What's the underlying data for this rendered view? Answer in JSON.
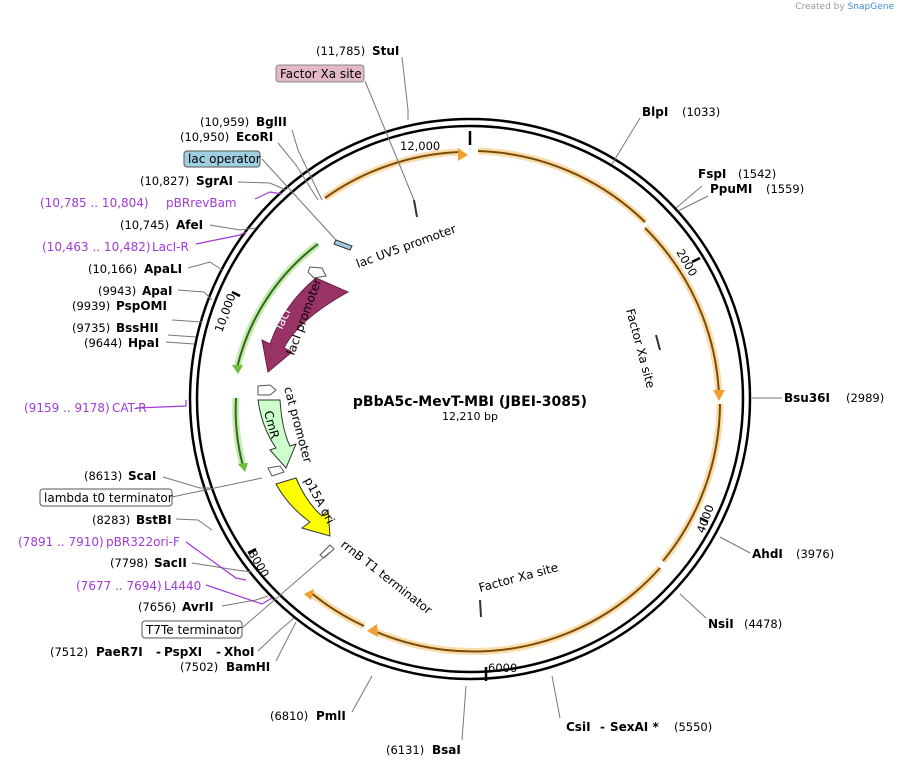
{
  "header": {
    "credit_text": "Created by",
    "credit_brand": "SnapGene"
  },
  "plasmid": {
    "name": "pBbA5c-MevT-MBI (JBEI-3085)",
    "length_label": "12,210 bp"
  },
  "ticks": [
    "12,000",
    "2000",
    "4000",
    "6000",
    "8000",
    "10,000"
  ],
  "restriction_sites": [
    {
      "name": "StuI",
      "pos": "(11,785)"
    },
    {
      "name": "BglII",
      "pos": "(10,959)"
    },
    {
      "name": "EcoRI",
      "pos": "(10,950)"
    },
    {
      "name": "SgrAI",
      "pos": "(10,827)"
    },
    {
      "name": "AfeI",
      "pos": "(10,745)"
    },
    {
      "name": "ApaLI",
      "pos": "(10,166)"
    },
    {
      "name": "ApaI",
      "pos": "(9943)"
    },
    {
      "name": "PspOMI",
      "pos": "(9939)"
    },
    {
      "name": "BssHII",
      "pos": "(9735)"
    },
    {
      "name": "HpaI",
      "pos": "(9644)"
    },
    {
      "name": "ScaI",
      "pos": "(8613)"
    },
    {
      "name": "BstBI",
      "pos": "(8283)"
    },
    {
      "name": "SacII",
      "pos": "(7798)"
    },
    {
      "name": "AvrII",
      "pos": "(7656)"
    },
    {
      "name": "PaeR7I",
      "pos": "(7512)"
    },
    {
      "name": "PspXI",
      "pos": ""
    },
    {
      "name": "XhoI",
      "pos": ""
    },
    {
      "name": "BamHI",
      "pos": "(7502)"
    },
    {
      "name": "PmlI",
      "pos": "(6810)"
    },
    {
      "name": "BsaI",
      "pos": "(6131)"
    },
    {
      "name": "CsiI",
      "pos": ""
    },
    {
      "name": "SexAI *",
      "pos": "(5550)"
    },
    {
      "name": "NsiI",
      "pos": "(4478)"
    },
    {
      "name": "AhdI",
      "pos": "(3976)"
    },
    {
      "name": "Bsu36I",
      "pos": "(2989)"
    },
    {
      "name": "FspI",
      "pos": "(1542)"
    },
    {
      "name": "PpuMI",
      "pos": "(1559)"
    },
    {
      "name": "BlpI",
      "pos": "(1033)"
    }
  ],
  "primers": [
    {
      "range": "(10,785 .. 10,804)",
      "name": "pBRrevBam"
    },
    {
      "range": "(10,463 .. 10,482)",
      "name": "LacI-R"
    },
    {
      "range": "(9159 .. 9178)",
      "name": "CAT-R"
    },
    {
      "range": "(7891 .. 7910)",
      "name": "pBR322ori-F"
    },
    {
      "range": "(7677 .. 7694)",
      "name": "L4440"
    }
  ],
  "boxed_features": [
    {
      "name": "Factor Xa site",
      "color": "#e3b9c6"
    },
    {
      "name": "lac operator",
      "color": "#9fcfe0"
    },
    {
      "name": "lambda t0 terminator",
      "color": "#ffffff"
    },
    {
      "name": "T7Te terminator",
      "color": "#ffffff"
    }
  ],
  "inner_features": [
    {
      "name": "lac UV5 promoter"
    },
    {
      "name": "lacI",
      "color": "#993366"
    },
    {
      "name": "lacI promoter"
    },
    {
      "name": "CmR",
      "color": "#ccffcc"
    },
    {
      "name": "cat promoter"
    },
    {
      "name": "p15A ori",
      "color": "#ffff00"
    },
    {
      "name": "rrnB T1 terminator"
    },
    {
      "name": "Factor Xa site"
    },
    {
      "name": "Factor Xa site"
    }
  ],
  "colors": {
    "orf_orange": "#f0a030",
    "orf_green": "#6bbf3a",
    "primer_purple": "#a23ad6"
  }
}
